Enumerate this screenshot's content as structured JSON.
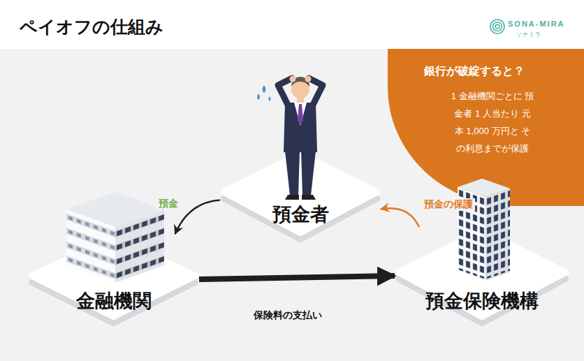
{
  "diagram": {
    "title": "ペイオフの仕組み",
    "nodes": [
      {
        "text": [
          "銀行が破綻すると？",
          "1 金融機関ごとに 預金者 1 人当たり 元本 1,000 万円と その利息までが保護"
        ]
      },
      {
        "text": [
          "預金者"
        ]
      },
      {
        "text": [
          "金融機関"
        ]
      },
      {
        "text": [
          "預金保険機構"
        ]
      }
    ],
    "edges": [
      {
        "from": 1,
        "to": 2,
        "label": "預金",
        "arrow": "to"
      },
      {
        "from": 2,
        "to": 3,
        "label": "保険料の支払い",
        "arrow": "to"
      },
      {
        "from": 3,
        "to": 1,
        "label": "預金の保護",
        "arrow": "to"
      }
    ],
    "labels": [
      "SONA-MIRA",
      "ソナミラ"
    ]
  }
}
